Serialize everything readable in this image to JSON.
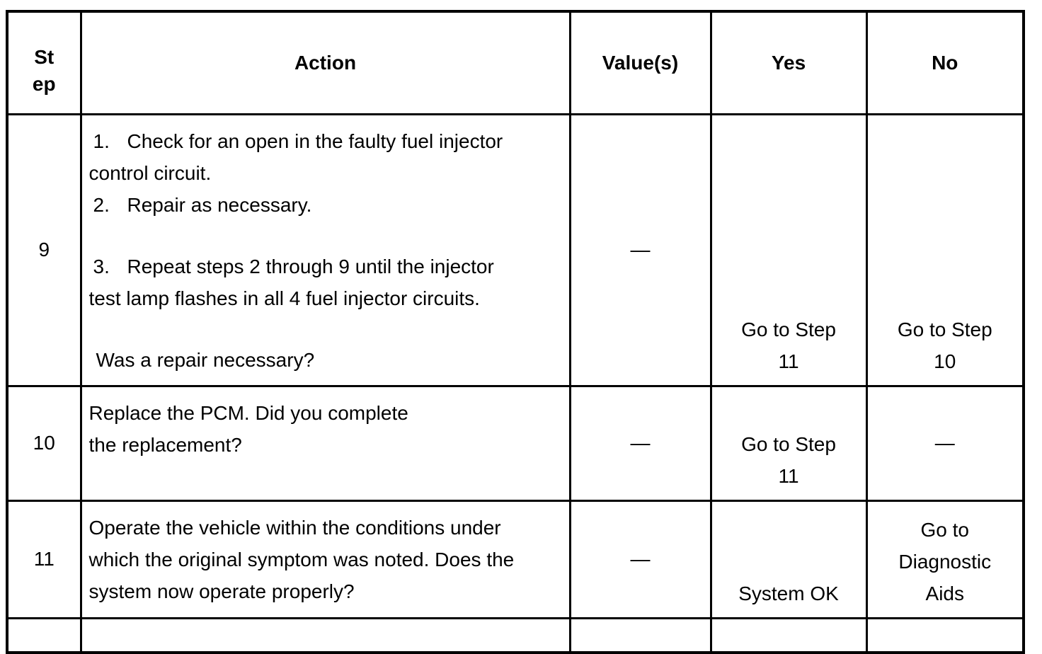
{
  "table": {
    "headers": {
      "step_line1": "St",
      "step_line2": "ep",
      "action": "Action",
      "values": "Value(s)",
      "yes": "Yes",
      "no": "No"
    },
    "rows": [
      {
        "step": "9",
        "action": {
          "item1_num": "1.",
          "item1_text": "Check for an open in the faulty fuel injector",
          "item1_cont": "control circuit.",
          "item2_num": "2.",
          "item2_text": "Repair as necessary.",
          "item3_num": "3.",
          "item3_text": "Repeat steps 2 through 9 until the injector",
          "item3_cont": "test lamp flashes in all 4 fuel injector circuits.",
          "question": "Was a repair necessary?"
        },
        "values": "—",
        "yes_line1": "Go to Step",
        "yes_line2": "11",
        "no_line1": "Go to Step",
        "no_line2": "10"
      },
      {
        "step": "10",
        "action_line1": "Replace the PCM. Did you complete",
        "action_line2": "the replacement?",
        "values": "—",
        "yes_line1": "Go to Step",
        "yes_line2": "11",
        "no": "—"
      },
      {
        "step": "11",
        "action_line1": "Operate the vehicle within the conditions under",
        "action_line2": "which the original symptom was noted. Does the",
        "action_line3": "system now operate properly?",
        "values": "—",
        "yes": "System OK",
        "no_line1": "Go to",
        "no_line2": "Diagnostic",
        "no_line3": "Aids"
      }
    ]
  }
}
